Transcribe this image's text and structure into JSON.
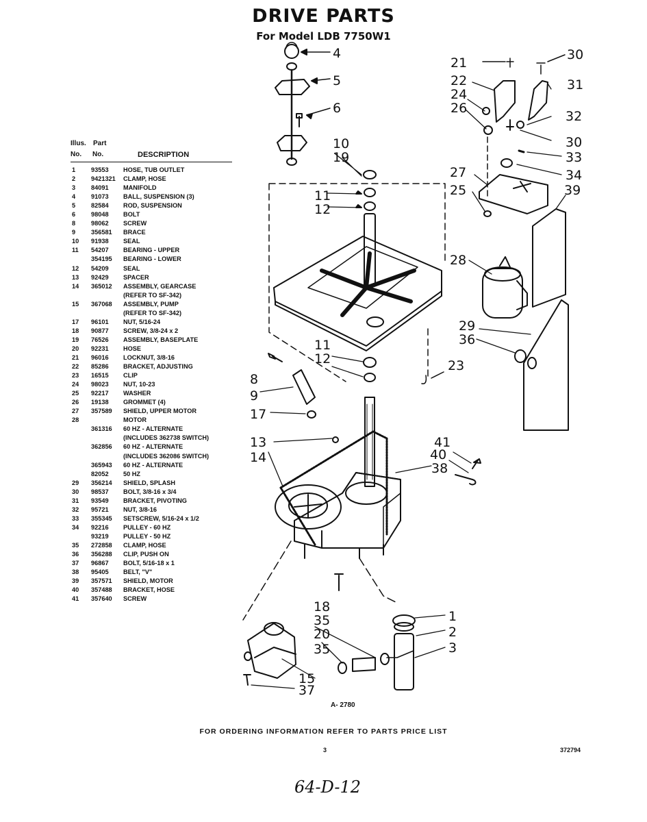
{
  "title": "DRIVE PARTS",
  "subtitle": "For Model LDB 7750W1",
  "table": {
    "header": {
      "illus_top": "Illus.",
      "part_top": "Part",
      "illus_bottom": "No.",
      "part_bottom": "No.",
      "description": "DESCRIPTION"
    },
    "rows": [
      {
        "illus": "1",
        "part": "93553",
        "desc": "HOSE, TUB OUTLET"
      },
      {
        "illus": "2",
        "part": "9421321",
        "desc": "CLAMP, HOSE"
      },
      {
        "illus": "3",
        "part": "84091",
        "desc": "MANIFOLD"
      },
      {
        "illus": "4",
        "part": "91073",
        "desc": "BALL, SUSPENSION (3)"
      },
      {
        "illus": "5",
        "part": "82584",
        "desc": "ROD, SUSPENSION"
      },
      {
        "illus": "6",
        "part": "98048",
        "desc": "BOLT"
      },
      {
        "illus": "8",
        "part": "98062",
        "desc": "SCREW"
      },
      {
        "illus": "9",
        "part": "356581",
        "desc": "BRACE"
      },
      {
        "illus": "10",
        "part": "91938",
        "desc": "SEAL"
      },
      {
        "illus": "11",
        "part": "54207",
        "desc": "BEARING - UPPER"
      },
      {
        "illus": "",
        "part": "354195",
        "desc": "BEARING - LOWER"
      },
      {
        "illus": "12",
        "part": "54209",
        "desc": "SEAL"
      },
      {
        "illus": "13",
        "part": "92429",
        "desc": "SPACER"
      },
      {
        "illus": "14",
        "part": "365012",
        "desc": "ASSEMBLY, GEARCASE"
      },
      {
        "illus": "",
        "part": "",
        "desc": "(REFER TO SF-342)"
      },
      {
        "illus": "15",
        "part": "367068",
        "desc": "ASSEMBLY, PUMP"
      },
      {
        "illus": "",
        "part": "",
        "desc": "(REFER TO SF-342)"
      },
      {
        "illus": "17",
        "part": "96101",
        "desc": "NUT, 5/16-24"
      },
      {
        "illus": "18",
        "part": "90877",
        "desc": "SCREW, 3/8-24 x 2"
      },
      {
        "illus": "19",
        "part": "76526",
        "desc": "ASSEMBLY, BASEPLATE"
      },
      {
        "illus": "20",
        "part": "92231",
        "desc": "HOSE"
      },
      {
        "illus": "21",
        "part": "96016",
        "desc": "LOCKNUT, 3/8-16"
      },
      {
        "illus": "22",
        "part": "85286",
        "desc": "BRACKET, ADJUSTING"
      },
      {
        "illus": "23",
        "part": "16515",
        "desc": "CLIP"
      },
      {
        "illus": "24",
        "part": "98023",
        "desc": "NUT, 10-23"
      },
      {
        "illus": "25",
        "part": "92217",
        "desc": "WASHER"
      },
      {
        "illus": "26",
        "part": "19138",
        "desc": "GROMMET (4)"
      },
      {
        "illus": "27",
        "part": "357589",
        "desc": "SHIELD, UPPER MOTOR"
      },
      {
        "illus": "28",
        "part": "",
        "desc": "MOTOR"
      },
      {
        "illus": "",
        "part": "361316",
        "desc": "60 HZ - ALTERNATE"
      },
      {
        "illus": "",
        "part": "",
        "desc": "(INCLUDES 362738 SWITCH)"
      },
      {
        "illus": "",
        "part": "362856",
        "desc": "60 HZ - ALTERNATE"
      },
      {
        "illus": "",
        "part": "",
        "desc": "(INCLUDES 362086 SWITCH)"
      },
      {
        "illus": "",
        "part": "365943",
        "desc": "60 HZ - ALTERNATE"
      },
      {
        "illus": "",
        "part": "82052",
        "desc": "50 HZ"
      },
      {
        "illus": "29",
        "part": "356214",
        "desc": "SHIELD, SPLASH"
      },
      {
        "illus": "30",
        "part": "98537",
        "desc": "BOLT, 3/8-16 x 3/4"
      },
      {
        "illus": "31",
        "part": "93549",
        "desc": "BRACKET, PIVOTING"
      },
      {
        "illus": "32",
        "part": "95721",
        "desc": "NUT, 3/8-16"
      },
      {
        "illus": "33",
        "part": "355345",
        "desc": "SETSCREW, 5/16-24 x 1/2"
      },
      {
        "illus": "34",
        "part": "92216",
        "desc": "PULLEY - 60 HZ"
      },
      {
        "illus": "",
        "part": "93219",
        "desc": "PULLEY - 50 HZ"
      },
      {
        "illus": "35",
        "part": "272858",
        "desc": "CLAMP, HOSE"
      },
      {
        "illus": "36",
        "part": "356288",
        "desc": "CLIP, PUSH ON"
      },
      {
        "illus": "37",
        "part": "96867",
        "desc": "BOLT, 5/16-18 x 1"
      },
      {
        "illus": "38",
        "part": "95405",
        "desc": "BELT, \"V\""
      },
      {
        "illus": "39",
        "part": "357571",
        "desc": "SHIELD, MOTOR"
      },
      {
        "illus": "40",
        "part": "357488",
        "desc": "BRACKET, HOSE"
      },
      {
        "illus": "41",
        "part": "357640",
        "desc": "SCREW"
      }
    ]
  },
  "callouts": [
    {
      "id": "c4",
      "label": "4"
    },
    {
      "id": "c5",
      "label": "5"
    },
    {
      "id": "c6",
      "label": "6"
    },
    {
      "id": "c10",
      "label": "10"
    },
    {
      "id": "c19",
      "label": "19"
    },
    {
      "id": "c11a",
      "label": "11"
    },
    {
      "id": "c12a",
      "label": "12"
    },
    {
      "id": "c11b",
      "label": "11"
    },
    {
      "id": "c12b",
      "label": "12"
    },
    {
      "id": "c8",
      "label": "8"
    },
    {
      "id": "c9",
      "label": "9"
    },
    {
      "id": "c17",
      "label": "17"
    },
    {
      "id": "c23",
      "label": "23"
    },
    {
      "id": "c13",
      "label": "13"
    },
    {
      "id": "c14",
      "label": "14"
    },
    {
      "id": "c41",
      "label": "41"
    },
    {
      "id": "c40",
      "label": "40"
    },
    {
      "id": "c38",
      "label": "38"
    },
    {
      "id": "c18",
      "label": "18"
    },
    {
      "id": "c35a",
      "label": "35"
    },
    {
      "id": "c20",
      "label": "20"
    },
    {
      "id": "c35b",
      "label": "35"
    },
    {
      "id": "c15",
      "label": "15"
    },
    {
      "id": "c37",
      "label": "37"
    },
    {
      "id": "c1",
      "label": "1"
    },
    {
      "id": "c2",
      "label": "2"
    },
    {
      "id": "c3",
      "label": "3"
    },
    {
      "id": "c21",
      "label": "21"
    },
    {
      "id": "c22",
      "label": "22"
    },
    {
      "id": "c24",
      "label": "24"
    },
    {
      "id": "c26",
      "label": "26"
    },
    {
      "id": "c30a",
      "label": "30"
    },
    {
      "id": "c31",
      "label": "31"
    },
    {
      "id": "c32",
      "label": "32"
    },
    {
      "id": "c30b",
      "label": "30"
    },
    {
      "id": "c33",
      "label": "33"
    },
    {
      "id": "c27",
      "label": "27"
    },
    {
      "id": "c34",
      "label": "34"
    },
    {
      "id": "c25",
      "label": "25"
    },
    {
      "id": "c39",
      "label": "39"
    },
    {
      "id": "c28",
      "label": "28"
    },
    {
      "id": "c29",
      "label": "29"
    },
    {
      "id": "c36",
      "label": "36"
    }
  ],
  "figure_id": "A- 2780",
  "footer": "FOR ORDERING INFORMATION REFER TO PARTS PRICE LIST",
  "page_number": "3",
  "doc_number": "372794",
  "handwritten_note": "64-D-12"
}
